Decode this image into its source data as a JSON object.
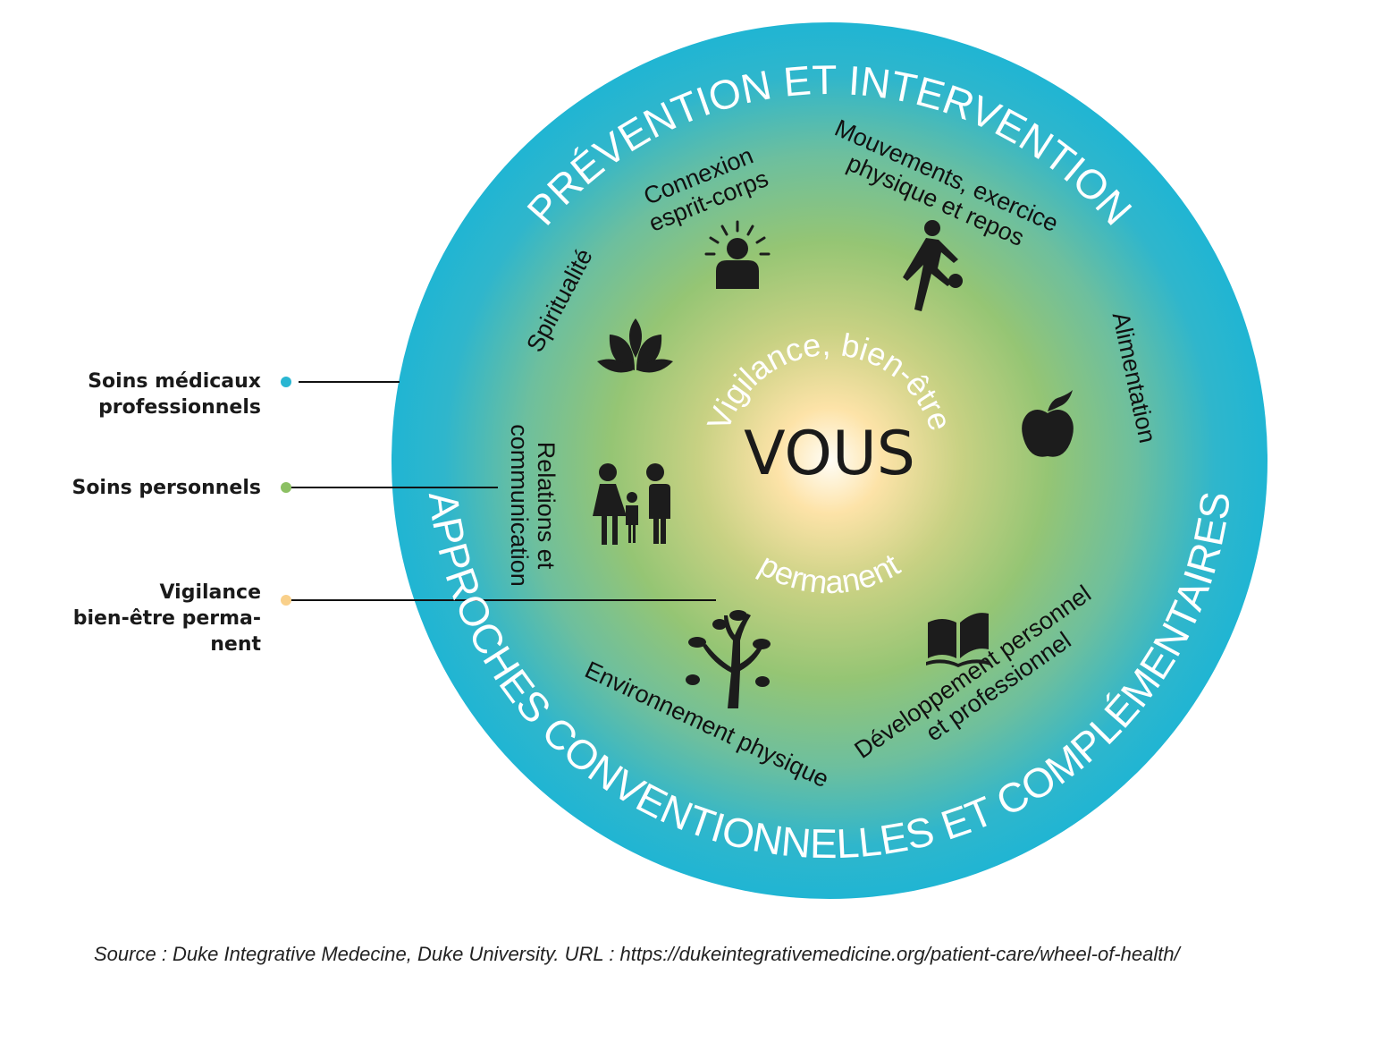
{
  "center_label": "VOUS",
  "inner_ring": {
    "top": "Vigilance, bien-être",
    "bottom": "permanent"
  },
  "outer_ring": {
    "top": "PRÉVENTION ET INTERVENTION",
    "bottom": "APPROCHES CONVENTIONNELLES ET COMPLÉMENTAIRES"
  },
  "segments": [
    {
      "lines": [
        "Connexion",
        "esprit-corps"
      ],
      "icon": "mind-body-icon"
    },
    {
      "lines": [
        "Mouvements, exercice",
        "physique et repos"
      ],
      "icon": "exercise-icon"
    },
    {
      "lines": [
        "Spiritualité"
      ],
      "icon": "lotus-icon"
    },
    {
      "lines": [
        "Alimentation"
      ],
      "icon": "apple-icon"
    },
    {
      "lines": [
        "Relations et",
        "communication"
      ],
      "icon": "family-icon"
    },
    {
      "lines": [
        "Environnement physique"
      ],
      "icon": "tree-icon"
    },
    {
      "lines": [
        "Développement personnel",
        "et professionnel"
      ],
      "icon": "book-icon"
    }
  ],
  "legend": [
    {
      "lines": [
        "Soins médicaux",
        "professionnels"
      ],
      "color": "#29b6d2"
    },
    {
      "lines": [
        "Soins personnels"
      ],
      "color": "#8cc063"
    },
    {
      "lines": [
        "Vigilance",
        "bien-être perma-",
        "nent"
      ],
      "color": "#f9d08a"
    }
  ],
  "source": "Source : Duke Integrative Medecine, Duke University. URL : https://dukeintegrativemedicine.org/patient-care/wheel-of-health/"
}
